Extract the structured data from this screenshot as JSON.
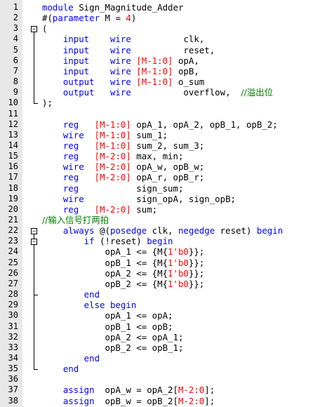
{
  "editor": {
    "lines": [
      {
        "n": "1",
        "segs": [
          [
            "kw",
            "module "
          ],
          [
            "tx",
            "Sign_Magnitude_Adder"
          ]
        ]
      },
      {
        "n": "2",
        "segs": [
          [
            "tx",
            "#("
          ],
          [
            "kw",
            "parameter"
          ],
          [
            "tx",
            " M = "
          ],
          [
            "rng",
            "4"
          ],
          [
            "tx",
            ")"
          ]
        ]
      },
      {
        "n": "3",
        "segs": [
          [
            "tx",
            "("
          ]
        ]
      },
      {
        "n": "4",
        "segs": [
          [
            "kw",
            "    input    wire          "
          ],
          [
            "tx",
            "clk,"
          ]
        ]
      },
      {
        "n": "5",
        "segs": [
          [
            "kw",
            "    input    wire          "
          ],
          [
            "tx",
            "reset,"
          ]
        ]
      },
      {
        "n": "6",
        "segs": [
          [
            "kw",
            "    input    wire "
          ],
          [
            "rng",
            "[M-1:0]"
          ],
          [
            "tx",
            " opA,"
          ]
        ]
      },
      {
        "n": "7",
        "segs": [
          [
            "kw",
            "    input    wire "
          ],
          [
            "rng",
            "[M-1:0]"
          ],
          [
            "tx",
            " opB,"
          ]
        ]
      },
      {
        "n": "8",
        "segs": [
          [
            "kw",
            "    output   wire "
          ],
          [
            "rng",
            "[M-1:0]"
          ],
          [
            "tx",
            " o_sum"
          ]
        ]
      },
      {
        "n": "9",
        "segs": [
          [
            "kw",
            "    output   wire          "
          ],
          [
            "tx",
            "overflow,  "
          ],
          [
            "cm",
            "//溢出位"
          ]
        ]
      },
      {
        "n": "10",
        "segs": [
          [
            "tx",
            ");"
          ]
        ]
      },
      {
        "n": "11",
        "segs": []
      },
      {
        "n": "12",
        "segs": [
          [
            "kw",
            "    reg   "
          ],
          [
            "rng",
            "[M-1:0]"
          ],
          [
            "tx",
            " opA_1, opA_2, opB_1, opB_2;"
          ]
        ]
      },
      {
        "n": "13",
        "segs": [
          [
            "kw",
            "    wire  "
          ],
          [
            "rng",
            "[M-1:0]"
          ],
          [
            "tx",
            " sum_1;"
          ]
        ]
      },
      {
        "n": "14",
        "segs": [
          [
            "kw",
            "    reg   "
          ],
          [
            "rng",
            "[M-1:0]"
          ],
          [
            "tx",
            " sum_2, sum_3;"
          ]
        ]
      },
      {
        "n": "15",
        "segs": [
          [
            "kw",
            "    reg   "
          ],
          [
            "rng",
            "[M-2:0]"
          ],
          [
            "tx",
            " max, min;"
          ]
        ]
      },
      {
        "n": "16",
        "segs": [
          [
            "kw",
            "    wire  "
          ],
          [
            "rng",
            "[M-2:0]"
          ],
          [
            "tx",
            " opA_w, opB_w;"
          ]
        ]
      },
      {
        "n": "17",
        "segs": [
          [
            "kw",
            "    reg   "
          ],
          [
            "rng",
            "[M-2:0]"
          ],
          [
            "tx",
            " opA_r, opB_r;"
          ]
        ]
      },
      {
        "n": "18",
        "segs": [
          [
            "kw",
            "    reg           "
          ],
          [
            "tx",
            "sign_sum;"
          ]
        ]
      },
      {
        "n": "19",
        "segs": [
          [
            "kw",
            "    wire          "
          ],
          [
            "tx",
            "sign_opA, sign_opB;"
          ]
        ]
      },
      {
        "n": "20",
        "segs": [
          [
            "kw",
            "    reg   "
          ],
          [
            "rng",
            "[M-2:0]"
          ],
          [
            "tx",
            " sum;"
          ]
        ]
      },
      {
        "n": "21",
        "segs": [
          [
            "cm",
            "//输入信号打两拍"
          ]
        ]
      },
      {
        "n": "22",
        "segs": [
          [
            "kw",
            "    always "
          ],
          [
            "tx",
            "@("
          ],
          [
            "kw",
            "posedge"
          ],
          [
            "tx",
            " clk, "
          ],
          [
            "kw",
            "negedge"
          ],
          [
            "tx",
            " reset) "
          ],
          [
            "kw",
            "begin"
          ]
        ]
      },
      {
        "n": "23",
        "segs": [
          [
            "kw",
            "        if "
          ],
          [
            "tx",
            "(!reset) "
          ],
          [
            "kw",
            "begin"
          ]
        ]
      },
      {
        "n": "24",
        "segs": [
          [
            "tx",
            "            opA_1 <= {M{"
          ],
          [
            "rng",
            "1'b0"
          ],
          [
            "tx",
            "}};"
          ]
        ]
      },
      {
        "n": "25",
        "segs": [
          [
            "tx",
            "            opB_1 <= {M{"
          ],
          [
            "rng",
            "1'b0"
          ],
          [
            "tx",
            "}};"
          ]
        ]
      },
      {
        "n": "26",
        "segs": [
          [
            "tx",
            "            opA_2 <= {M{"
          ],
          [
            "rng",
            "1'b0"
          ],
          [
            "tx",
            "}};"
          ]
        ]
      },
      {
        "n": "27",
        "segs": [
          [
            "tx",
            "            opB_2 <= {M{"
          ],
          [
            "rng",
            "1'b0"
          ],
          [
            "tx",
            "}};"
          ]
        ]
      },
      {
        "n": "28",
        "segs": [
          [
            "kw",
            "        end"
          ]
        ]
      },
      {
        "n": "29",
        "segs": [
          [
            "kw",
            "        else begin"
          ]
        ]
      },
      {
        "n": "30",
        "segs": [
          [
            "tx",
            "            opA_1 <= opA;"
          ]
        ]
      },
      {
        "n": "31",
        "segs": [
          [
            "tx",
            "            opB_1 <= opB;"
          ]
        ]
      },
      {
        "n": "32",
        "segs": [
          [
            "tx",
            "            opA_2 <= opA_1;"
          ]
        ]
      },
      {
        "n": "33",
        "segs": [
          [
            "tx",
            "            opB_2 <= opB_1;"
          ]
        ]
      },
      {
        "n": "34",
        "segs": [
          [
            "kw",
            "        end"
          ]
        ]
      },
      {
        "n": "35",
        "segs": [
          [
            "kw",
            "    end"
          ]
        ]
      },
      {
        "n": "36",
        "segs": []
      },
      {
        "n": "37",
        "segs": [
          [
            "kw",
            "    assign  "
          ],
          [
            "tx",
            "opA_w = opA_2["
          ],
          [
            "rng",
            "M-2:0"
          ],
          [
            "tx",
            "];"
          ]
        ]
      },
      {
        "n": "38",
        "segs": [
          [
            "kw",
            "    assign  "
          ],
          [
            "tx",
            "opB_w = opB_2["
          ],
          [
            "rng",
            "M-2:0"
          ],
          [
            "tx",
            "];"
          ]
        ]
      }
    ],
    "folds": [
      {
        "start": 3,
        "end": 10,
        "box": "⊟"
      },
      {
        "start": 22,
        "end": 35,
        "box": "⊟"
      },
      {
        "start": 23,
        "end": 28,
        "box": "⊟"
      }
    ],
    "colors": {
      "keyword": "#0000ff",
      "range": "#ff0000",
      "comment": "#008000",
      "gutter": "#e8e8e8"
    }
  }
}
